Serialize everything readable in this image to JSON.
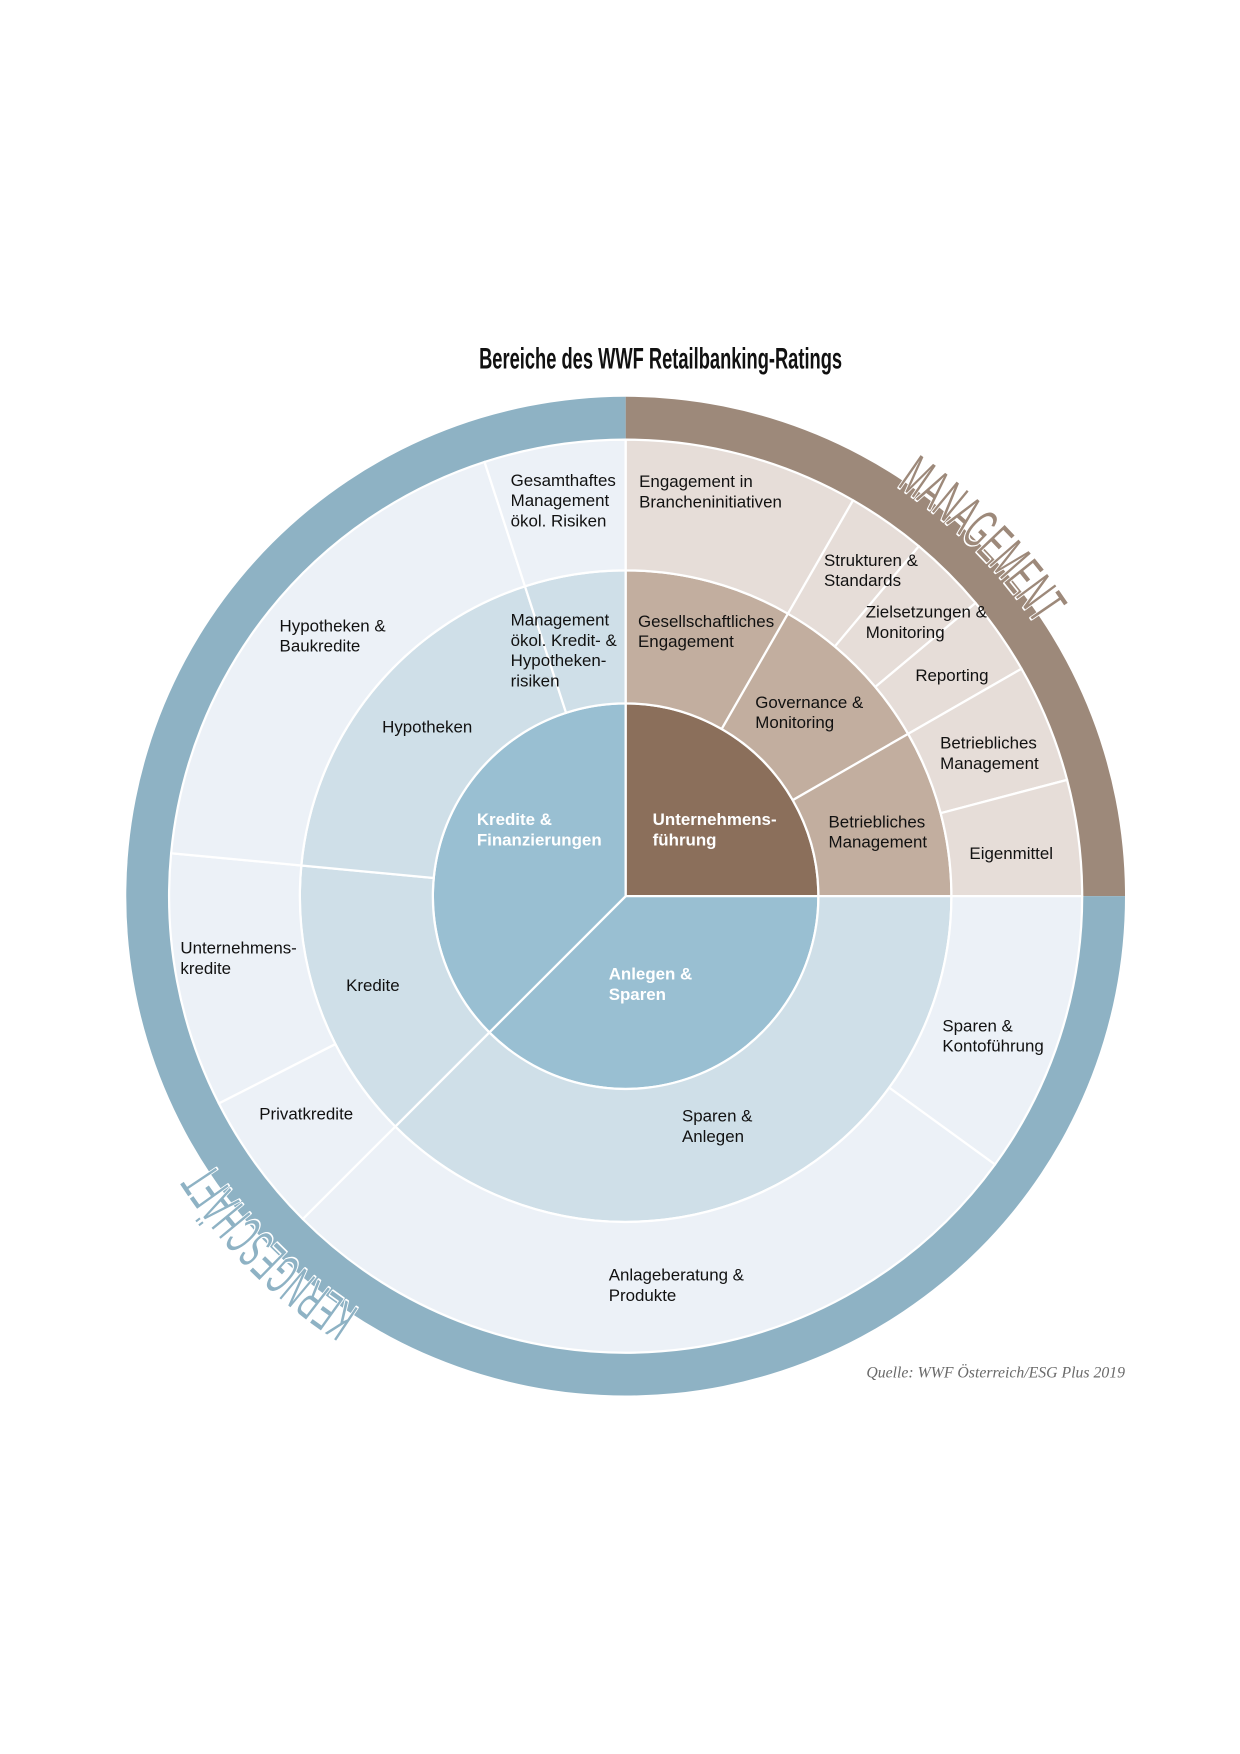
{
  "chart_data": {
    "type": "pie",
    "title": "Bereiche des WWF Retailbanking-Ratings",
    "groups": [
      {
        "label": "MANAGEMENT",
        "share": 25,
        "color": "#9d897a"
      },
      {
        "label": "KERNGESCHÄFT",
        "share": 75,
        "color": "#8eb2c4"
      }
    ],
    "rings": [
      [
        {
          "label": [
            "Unternehmens-",
            "führung"
          ],
          "share": 25,
          "color": "#8b6f5b"
        },
        {
          "label": [
            "Anlegen &",
            "Sparen"
          ],
          "share": 37.5,
          "color": "#99bfd2"
        },
        {
          "label": [
            "Kredite &",
            "Finanzierungen"
          ],
          "share": 37.5,
          "color": "#99bfd2"
        }
      ],
      [
        {
          "label": [
            "Gesellschaftliches",
            "Engagement"
          ],
          "share": 8.3,
          "color": "#c2ae9f"
        },
        {
          "label": [
            "Governance &",
            "Monitoring"
          ],
          "share": 8.4,
          "color": "#c2ae9f"
        },
        {
          "label": [
            "Betriebliches",
            "Management"
          ],
          "share": 8.3,
          "color": "#c2ae9f"
        },
        {
          "label": [
            "Sparen &",
            "Anlegen"
          ],
          "share": 37.5,
          "color": "#cfdfe8"
        },
        {
          "label": [
            "Kredite"
          ],
          "share": 14,
          "color": "#cfdfe8"
        },
        {
          "label": [
            "Hypotheken"
          ],
          "share": 18.5,
          "color": "#cfdfe8"
        },
        {
          "label": [
            "Management",
            "ökol. Kredit- &",
            "Hypotheken-",
            "risiken"
          ],
          "share": 5,
          "color": "#cfdfe8"
        }
      ],
      [
        {
          "label": [
            "Engagement in",
            "Brancheninitiativen"
          ],
          "share": 8.3,
          "color": "#e6ddd8"
        },
        {
          "label": [
            "Strukturen &",
            "Standards"
          ],
          "share": 2.8,
          "color": "#e6ddd8"
        },
        {
          "label": [
            "Zielsetzungen &",
            "Monitoring"
          ],
          "share": 2.8,
          "color": "#e6ddd8"
        },
        {
          "label": [
            "Reporting"
          ],
          "share": 2.8,
          "color": "#e6ddd8"
        },
        {
          "label": [
            "Betriebliches",
            "Management"
          ],
          "share": 4.2,
          "color": "#e6ddd8"
        },
        {
          "label": [
            "Eigenmittel"
          ],
          "share": 4.1,
          "color": "#e6ddd8"
        },
        {
          "label": [
            "Sparen &",
            "Kontoführung"
          ],
          "share": 10,
          "color": "#ecf1f7"
        },
        {
          "label": [
            "Anlageberatung &",
            "Produkte"
          ],
          "share": 27.5,
          "color": "#ecf1f7"
        },
        {
          "label": [
            "Privatkredite"
          ],
          "share": 5,
          "color": "#ecf1f7"
        },
        {
          "label": [
            "Unternehmens-",
            "kredite"
          ],
          "share": 9,
          "color": "#ecf1f7"
        },
        {
          "label": [
            "Hypotheken &",
            "Baukredite"
          ],
          "share": 18.5,
          "color": "#ecf1f7"
        },
        {
          "label": [
            "Gesamthaftes",
            "Management",
            "ökol. Risiken"
          ],
          "share": 5,
          "color": "#ecf1f7"
        }
      ]
    ],
    "source": "Quelle: WWF Österreich/ESG Plus 2019"
  }
}
